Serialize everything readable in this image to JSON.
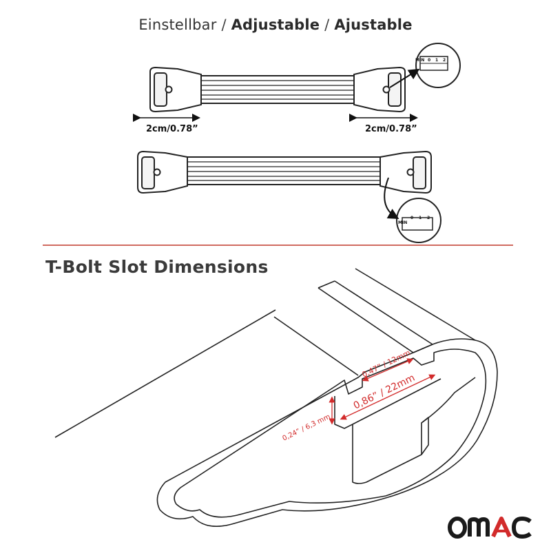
{
  "header": {
    "part1": "Einstellbar",
    "sep1": " / ",
    "part2": "Adjustable",
    "sep2": " / ",
    "part3": "Ajustable"
  },
  "adjust": {
    "left_label": "2cm/0.78”",
    "right_label": "2cm/0.78”",
    "scale_min": "MIN",
    "scale_0": "0",
    "scale_1": "1",
    "scale_2": "2"
  },
  "section": {
    "title": "T-Bolt Slot Dimensions"
  },
  "dimensions": {
    "top_width": "0,47” / 12mm",
    "inner_width": "0,86” / 22mm",
    "height": "0,24” / 6,3 mm"
  },
  "brand": {
    "logo_text": "OMAC",
    "accent": "#d22b2b"
  },
  "colors": {
    "divider": "#c0392b",
    "dimension": "#d22b2b",
    "line": "#222222"
  }
}
